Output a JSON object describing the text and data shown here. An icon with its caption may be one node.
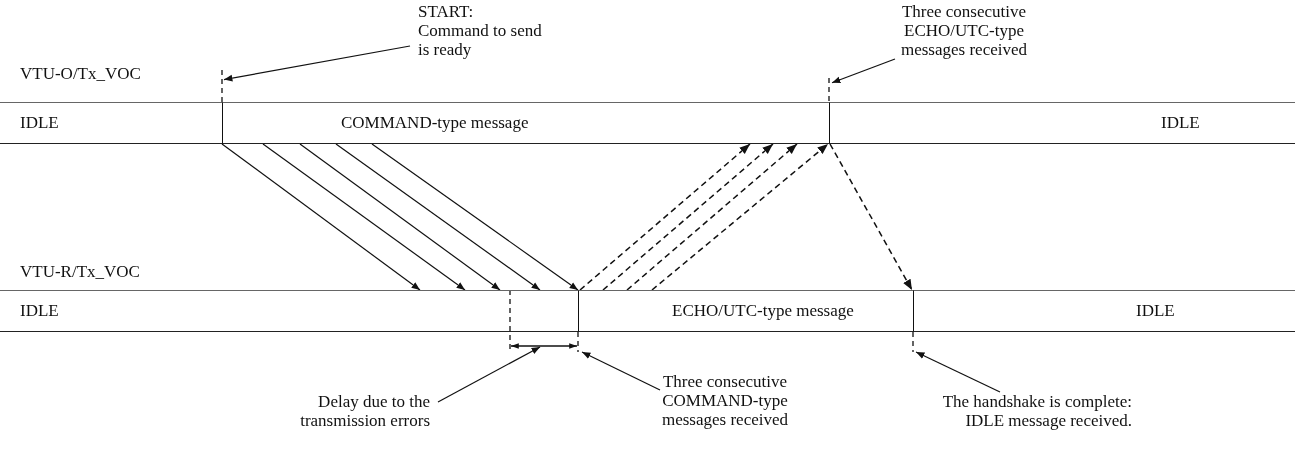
{
  "diagram": {
    "nodes": [
      {
        "text": [
          "IDLE"
        ]
      },
      {
        "text": [
          "COMMAND-type message"
        ]
      },
      {
        "text": [
          "IDLE"
        ]
      },
      {
        "text": [
          "IDLE"
        ]
      },
      {
        "text": [
          "ECHO/UTC-type message"
        ]
      },
      {
        "text": [
          "IDLE"
        ]
      },
      {
        "text": [
          "START: Command to send is ready"
        ]
      },
      {
        "text": [
          "Three consecutive ECHO/UTC-type messages received"
        ]
      },
      {
        "text": [
          "Delay due to the transmission errors"
        ]
      },
      {
        "text": [
          "Three consecutive COMMAND-type messages received"
        ]
      },
      {
        "text": [
          "The handshake is complete: IDLE message received."
        ]
      },
      {
        "text": [],
        "shape": "line"
      },
      {
        "text": [],
        "shape": "line"
      },
      {
        "text": [],
        "shape": "line"
      },
      {
        "text": [],
        "shape": "line"
      },
      {
        "text": [],
        "shape": "line"
      },
      {
        "text": [],
        "shape": "line"
      }
    ],
    "edges": [
      {
        "from": 1,
        "to": 3,
        "arrow": "to"
      },
      {
        "from": 1,
        "to": 3,
        "arrow": "to"
      },
      {
        "from": 1,
        "to": 3,
        "arrow": "to"
      },
      {
        "from": 1,
        "to": 3,
        "arrow": "to"
      },
      {
        "from": 1,
        "to": 3,
        "arrow": "to"
      },
      {
        "from": 4,
        "to": 1,
        "arrow": "to",
        "style": "dashed"
      },
      {
        "from": 4,
        "to": 1,
        "arrow": "to",
        "style": "dashed"
      },
      {
        "from": 4,
        "to": 1,
        "arrow": "to",
        "style": "dashed"
      },
      {
        "from": 4,
        "to": 1,
        "arrow": "to",
        "style": "dashed"
      },
      {
        "from": 1,
        "to": 5,
        "arrow": "to",
        "style": "dashed"
      },
      {
        "from": 6,
        "to": 11,
        "arrow": "to"
      },
      {
        "from": 7,
        "to": 12,
        "arrow": "to"
      },
      {
        "from": 8,
        "to": 14,
        "arrow": "to"
      },
      {
        "from": 9,
        "to": 15,
        "arrow": "to"
      },
      {
        "from": 10,
        "to": 16,
        "arrow": "to"
      }
    ],
    "labels": [
      "VTU-O/Tx_VOC",
      "VTU-R/Tx_VOC"
    ]
  }
}
